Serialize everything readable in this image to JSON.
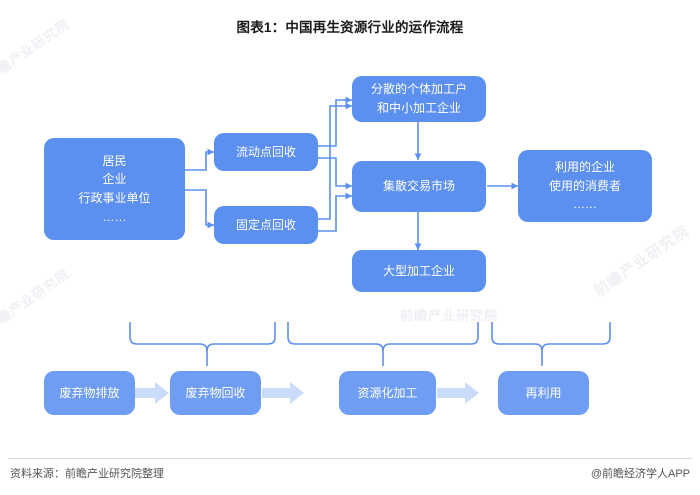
{
  "title": "图表1：中国再生资源行业的运作流程",
  "colors": {
    "node_primary": "#5b8ff0",
    "node_secondary": "#6f9df3",
    "arrow_light": "#cbdcfb",
    "line": "#5b8ff0",
    "background": "#ffffff"
  },
  "nodes": {
    "sources": {
      "lines": [
        "居民",
        "企业",
        "行政事业单位",
        "……"
      ]
    },
    "mobile_recycle": {
      "label": "流动点回收"
    },
    "fixed_recycle": {
      "label": "固定点回收"
    },
    "small_processors": {
      "lines": [
        "分散的个体加工户",
        "和中小加工企业"
      ]
    },
    "market": {
      "label": "集散交易市场"
    },
    "large_processor": {
      "label": "大型加工企业"
    },
    "users": {
      "lines": [
        "利用的企业",
        "使用的消费者",
        "……"
      ]
    }
  },
  "stages": [
    {
      "label": "废弃物排放"
    },
    {
      "label": "废弃物回收"
    },
    {
      "label": "资源化加工"
    },
    {
      "label": "再利用"
    }
  ],
  "footer": {
    "source": "资料来源：前瞻产业研究院整理",
    "brand": "@前瞻经济学人APP"
  },
  "watermarks": [
    "前瞻产业研究院",
    "前瞻产业研究院",
    "前瞻产业研究院",
    "前瞻产业研究院"
  ]
}
